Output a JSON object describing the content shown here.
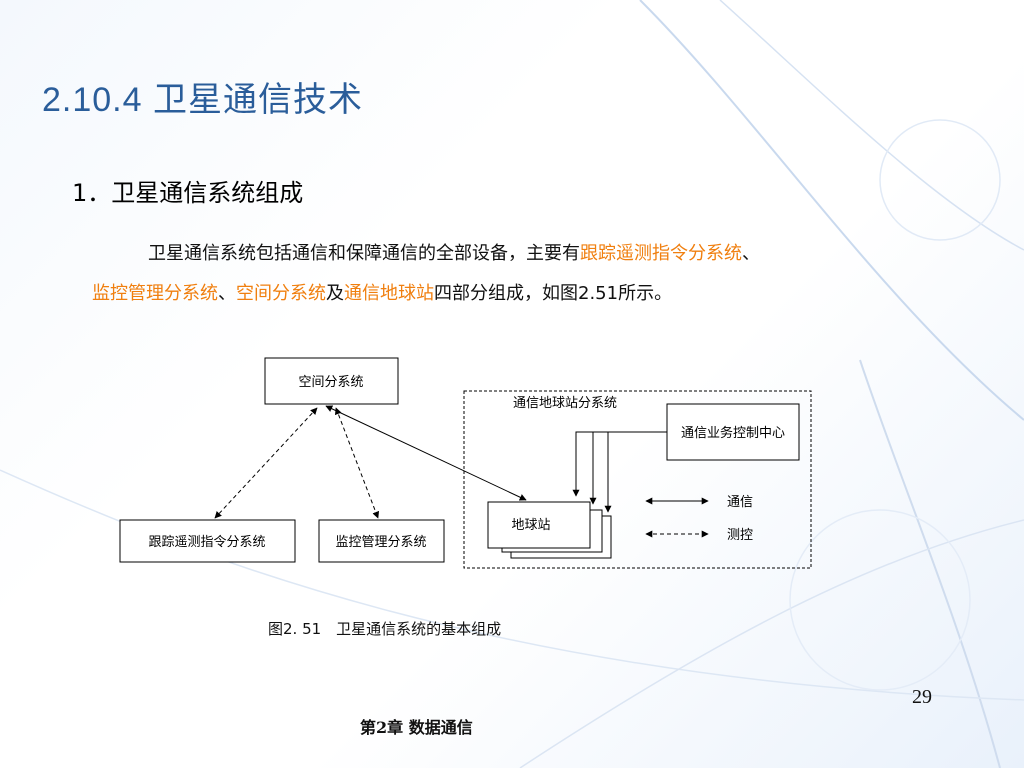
{
  "title": "2.10.4 卫星通信技术",
  "section": "1．卫星通信系统组成",
  "paragraph": {
    "p1": "卫星通信系统包括通信和保障通信的全部设备，主要有",
    "h1": "跟踪遥测指令分系统",
    "s1": "、",
    "h2": "监控管理分系统",
    "s2": "、",
    "h3": "空间分系统",
    "s3": "及",
    "h4": "通信地球站",
    "p2": "四部分组成，如图2.51所示。"
  },
  "diagram": {
    "space": "空间分系统",
    "tracking": "跟踪遥测指令分系统",
    "monitor": "监控管理分系统",
    "group_label": "通信地球站分系统",
    "business": "通信业务控制中心",
    "earth": "地球站",
    "legend_comm": "通信",
    "legend_ctrl": "测控"
  },
  "caption": "图2. 51　卫星通信系统的基本组成",
  "page_number": "29",
  "footer": "第2章  数据通信",
  "colors": {
    "title": "#2a5d9a",
    "highlight": "#f07f0f"
  }
}
